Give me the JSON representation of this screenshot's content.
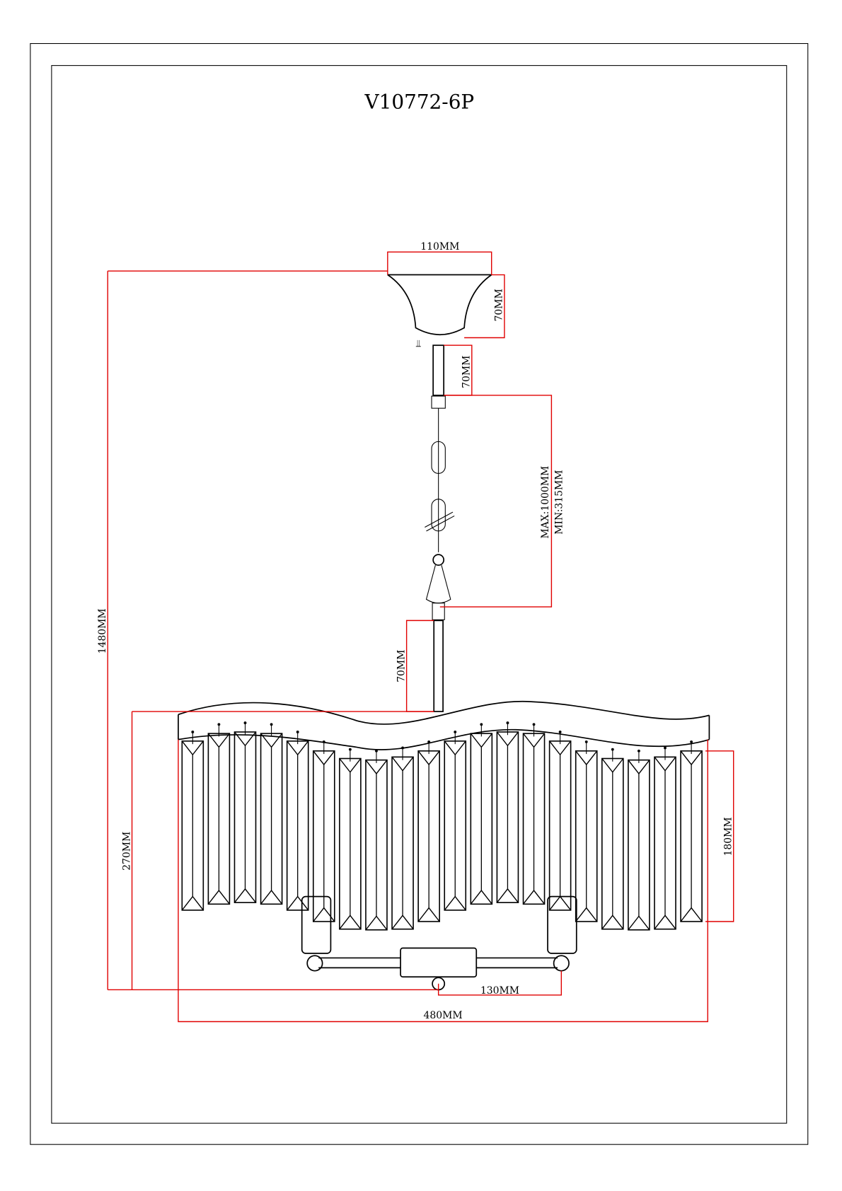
{
  "title": "V10772-6P",
  "dimensions": {
    "canopy_width": "110MM",
    "canopy_height": "70MM",
    "rod_top": "70MM",
    "chain_length": "MAX:1000MM",
    "chain_min": "MIN:315MM",
    "total_height": "1480MM",
    "rod_bottom": "70MM",
    "body_height": "270MM",
    "crystal_height": "180MM",
    "arm_length": "130MM",
    "total_width": "480MM"
  },
  "colors": {
    "dimension_line": "#e00000",
    "drawing_line": "#000000"
  }
}
